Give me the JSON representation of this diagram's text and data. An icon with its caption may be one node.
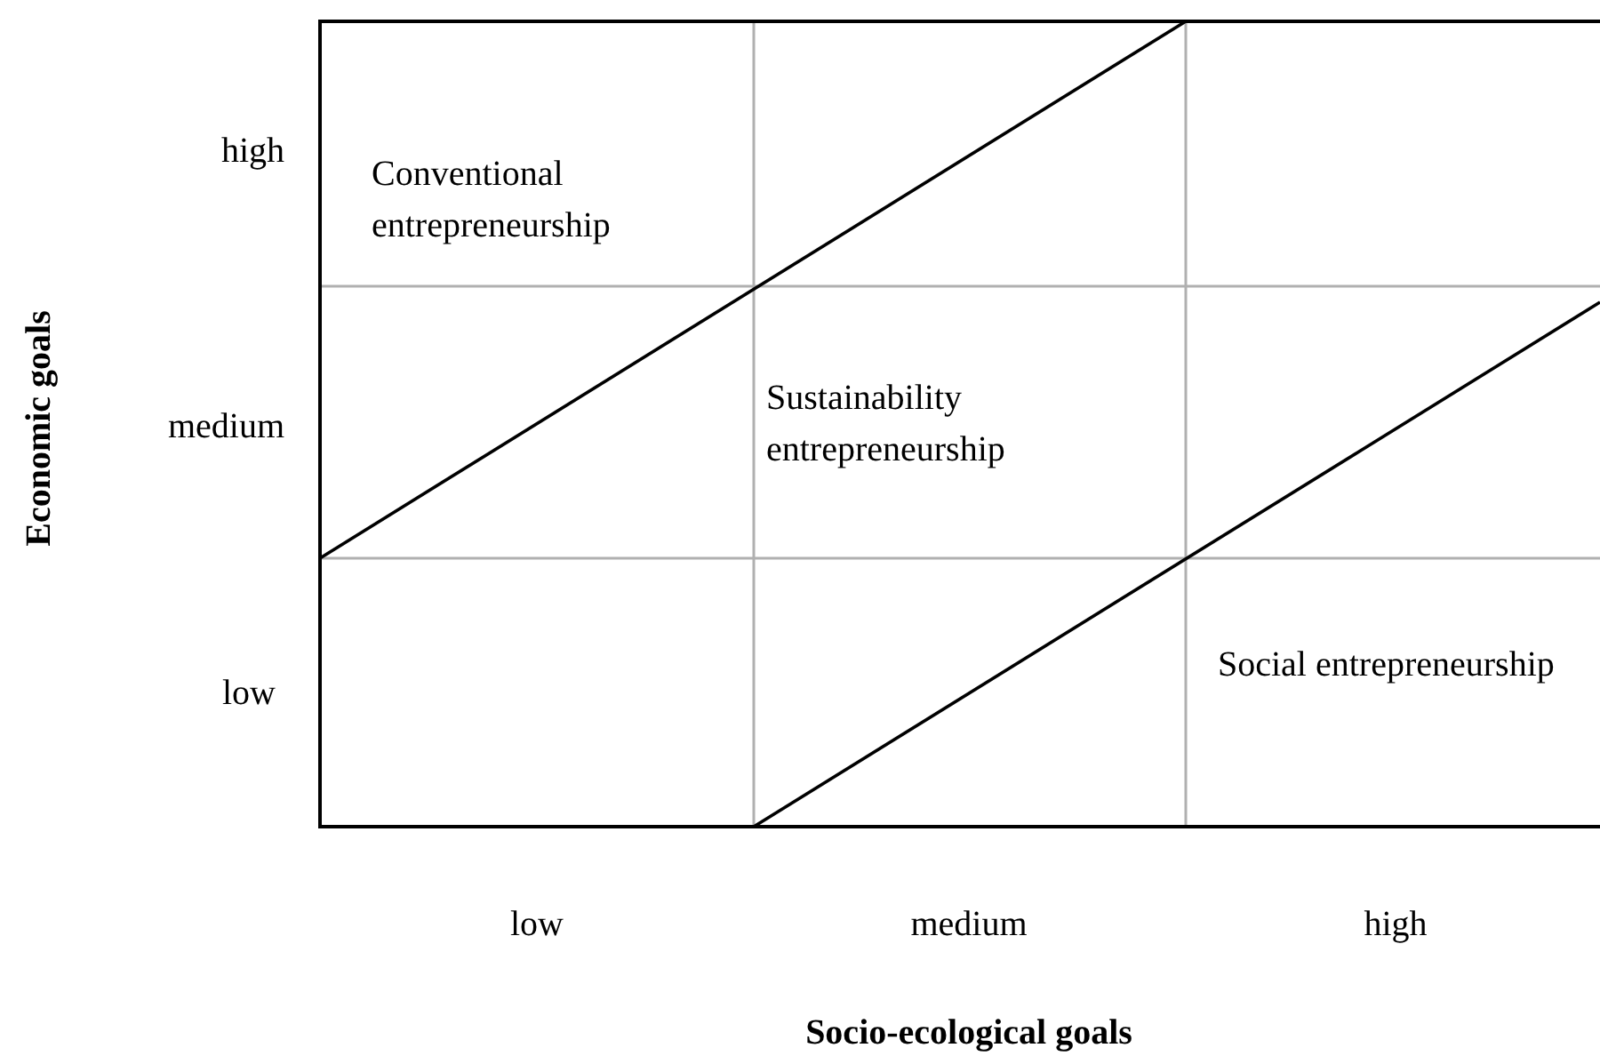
{
  "diagram": {
    "labels": [
      "Economic goals",
      "high",
      "Conventional entrepreneurship",
      "medium",
      "Sustainability entrepreneurship",
      "low",
      "Social entrepreneurship",
      "low",
      "medium",
      "high",
      "Socio-ecological goals"
    ]
  }
}
